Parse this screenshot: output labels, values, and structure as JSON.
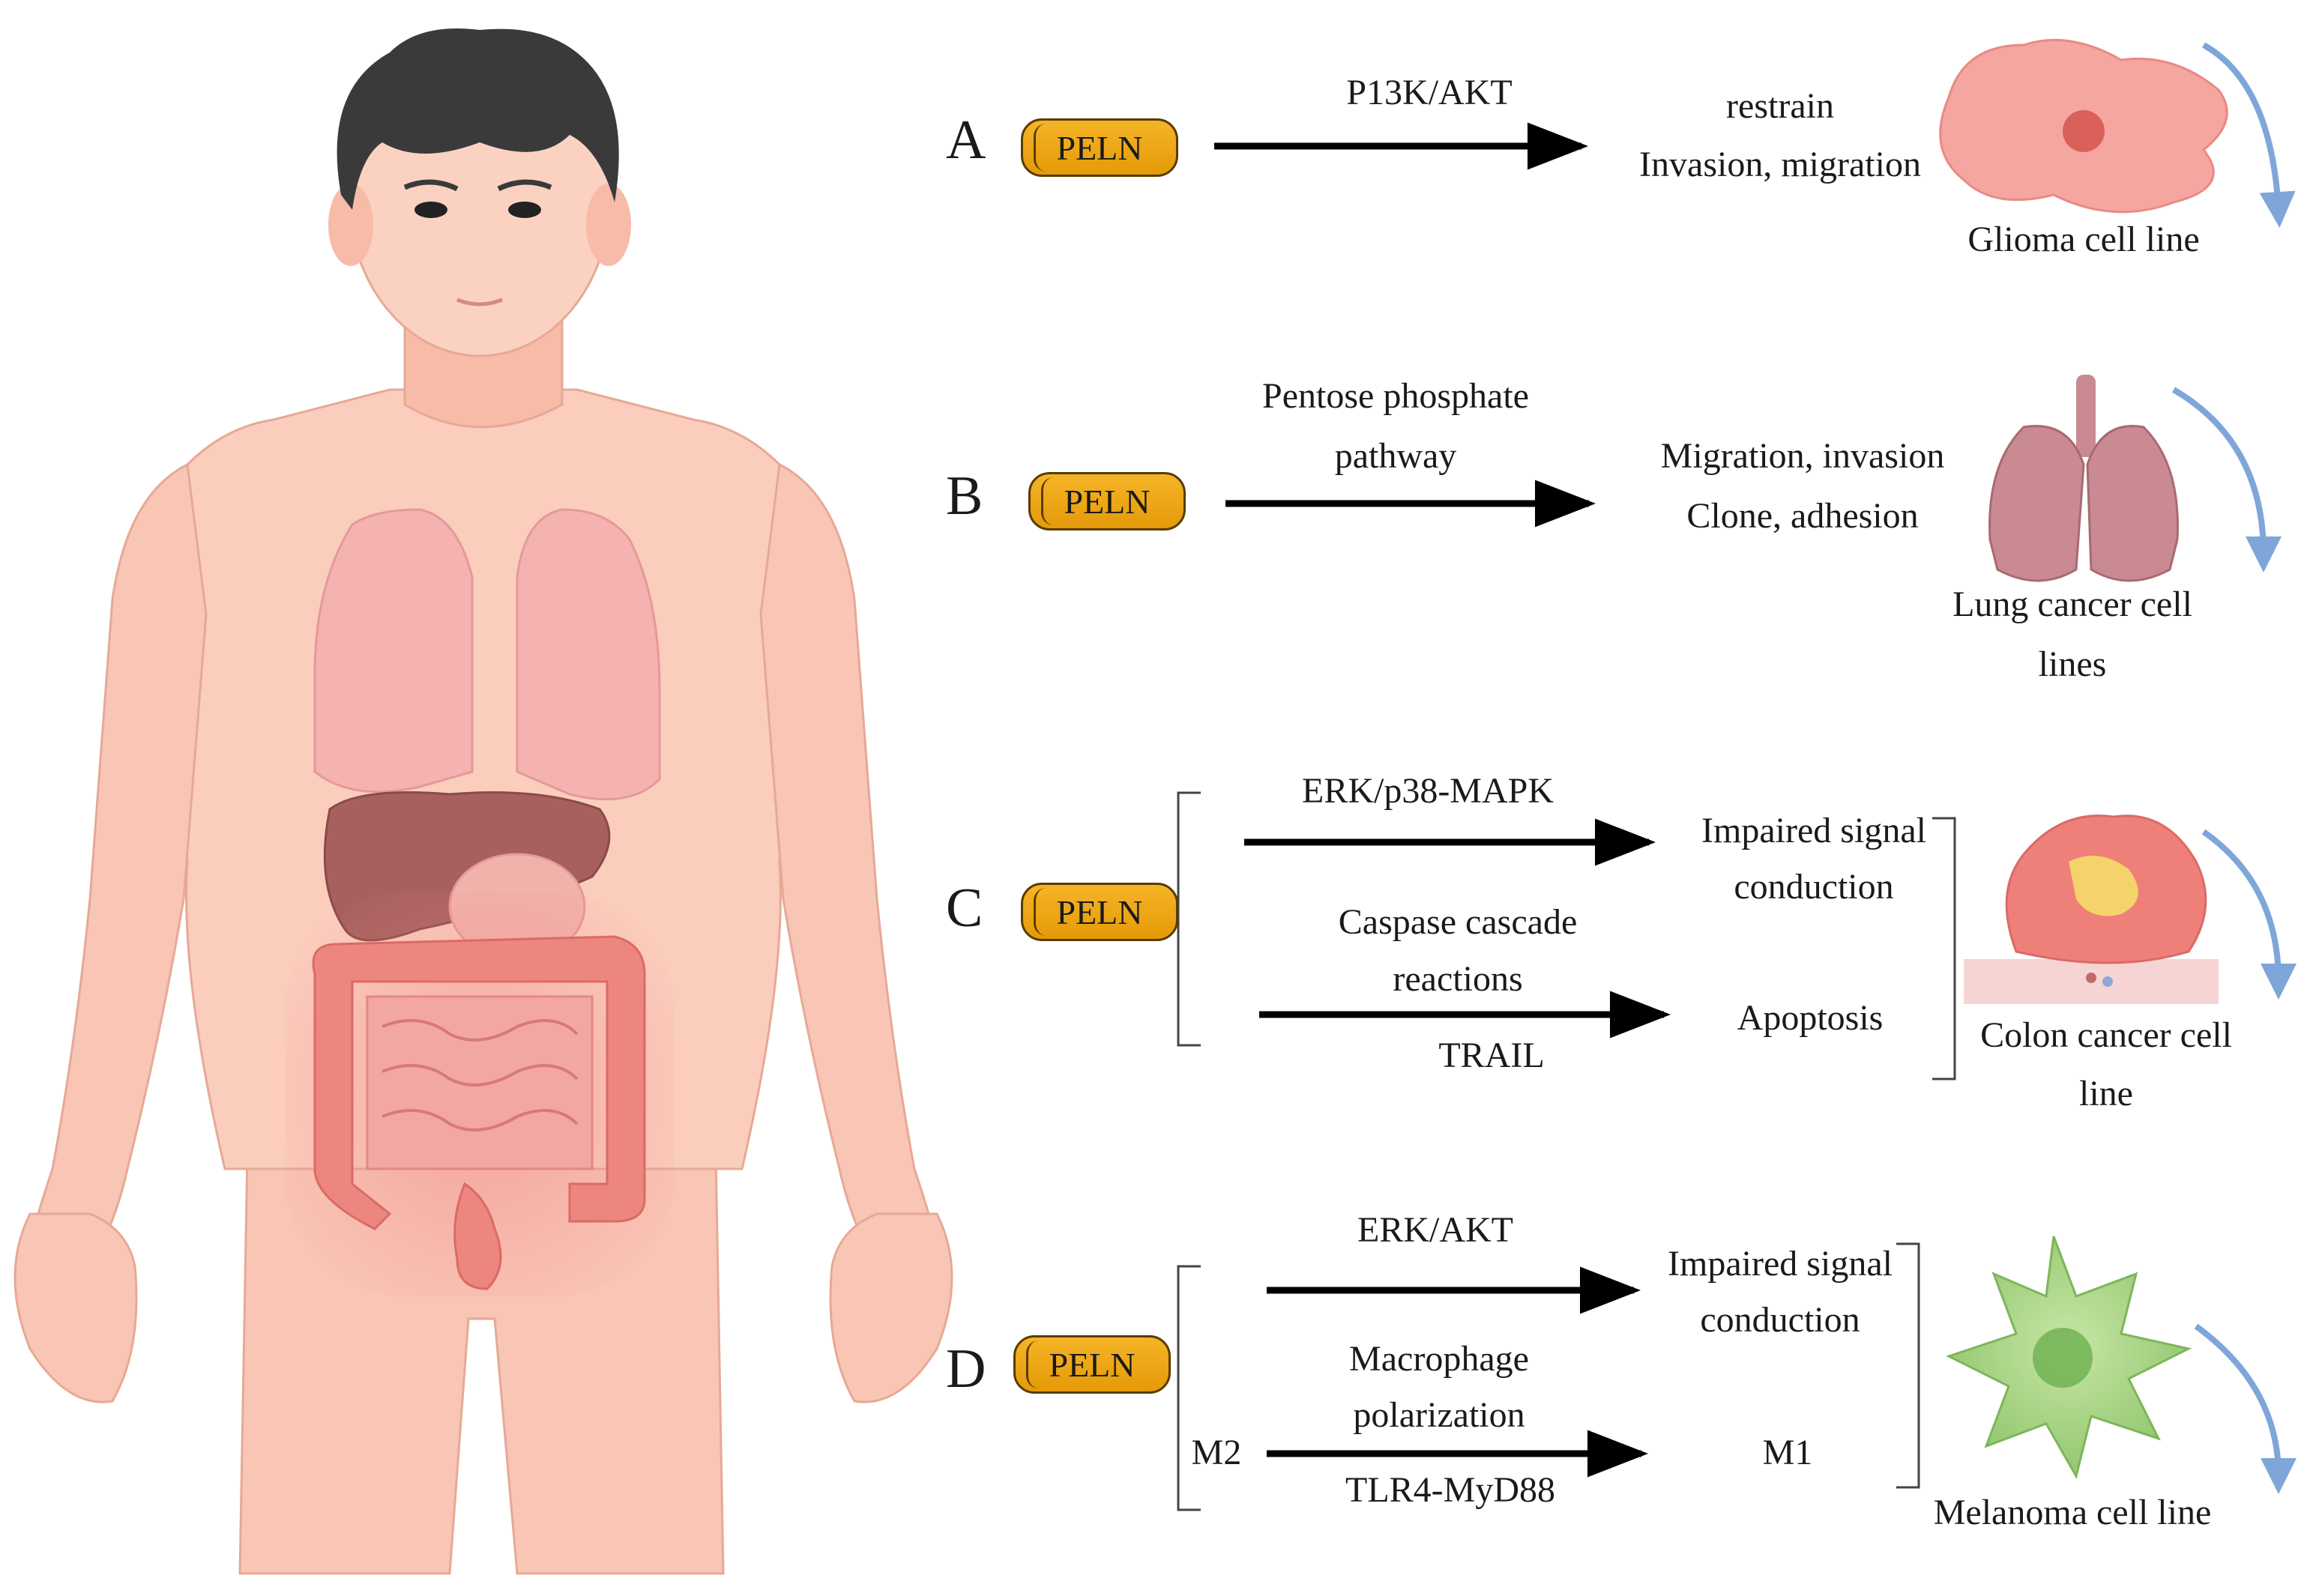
{
  "figure": {
    "entity": "PELN",
    "rows": [
      {
        "letter": "A",
        "upper_label": "P13K/AKT",
        "outcomes": [
          "restrain",
          "Invasion, migration"
        ],
        "cell_line": "Glioma cell line"
      },
      {
        "letter": "B",
        "upper_label_lines": [
          "Pentose phosphate",
          "pathway"
        ],
        "outcomes": [
          "Migration, invasion",
          "Clone, adhesion"
        ],
        "cell_line_lines": [
          "Lung cancer cell",
          "lines"
        ]
      },
      {
        "letter": "C",
        "branch1_label": "ERK/p38-MAPK",
        "branch1_outcome_lines": [
          "Impaired signal",
          "conduction"
        ],
        "branch2_label_lines": [
          "Caspase cascade",
          "reactions"
        ],
        "branch2_lower_label": "TRAIL",
        "branch2_outcome": "Apoptosis",
        "cell_line_lines": [
          "Colon cancer cell",
          "line"
        ]
      },
      {
        "letter": "D",
        "branch1_label": "ERK/AKT",
        "branch1_outcome_lines": [
          "Impaired signal",
          "conduction"
        ],
        "branch2_label_lines": [
          "Macrophage",
          "polarization"
        ],
        "branch2_lower_label": "TLR4-MyD88",
        "branch2_start": "M2",
        "branch2_outcome": "M1",
        "cell_line": "Melanoma cell line"
      }
    ]
  },
  "colors": {
    "pill_fill": "#f2a90f",
    "skin": "#f9c5b4",
    "curve_arrow": "#7ea6d9",
    "glioma_cell": "#f6a6a0",
    "lung": "#c98a92",
    "colon_tissue": "#ef7f79",
    "melanoma_cell": "#9fd07c"
  }
}
